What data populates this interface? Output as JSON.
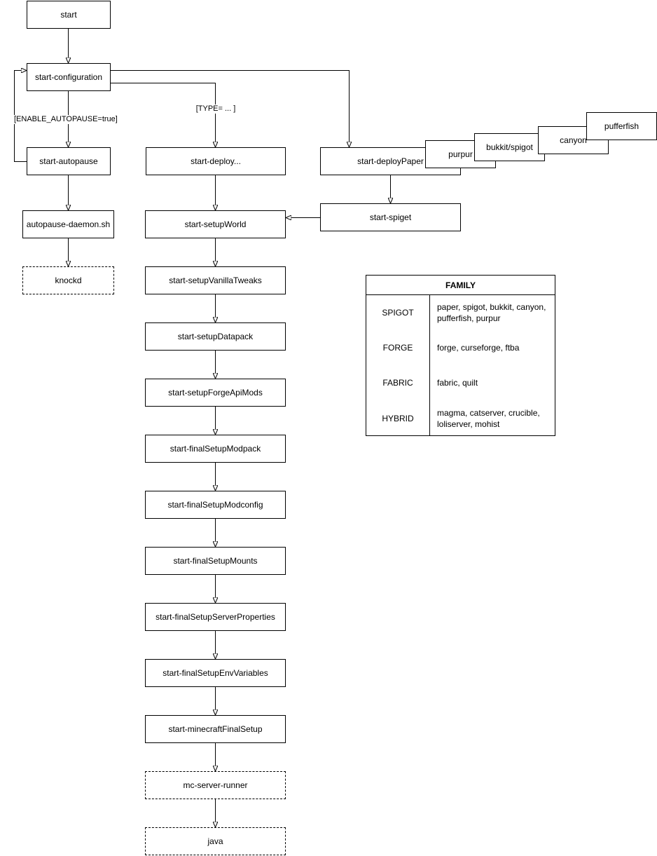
{
  "nodes": {
    "start": {
      "label": "start"
    },
    "start_configuration": {
      "label": "start-configuration"
    },
    "start_autopause": {
      "label": "start-autopause"
    },
    "autopause_daemon": {
      "label": "autopause-daemon.sh"
    },
    "knockd": {
      "label": "knockd"
    },
    "start_deploy": {
      "label": "start-deploy..."
    },
    "start_deploy_paper": {
      "label": "start-deployPaper"
    },
    "purpur": {
      "label": "purpur"
    },
    "bukkit_spigot": {
      "label": "bukkit/spigot"
    },
    "canyon": {
      "label": "canyon"
    },
    "pufferfish": {
      "label": "pufferfish"
    },
    "start_spiget": {
      "label": "start-spiget"
    },
    "start_setup_world": {
      "label": "start-setupWorld"
    },
    "start_setup_vanilla_tweaks": {
      "label": "start-setupVanillaTweaks"
    },
    "start_setup_datapack": {
      "label": "start-setupDatapack"
    },
    "start_setup_forge_api_mods": {
      "label": "start-setupForgeApiMods"
    },
    "start_final_setup_modpack": {
      "label": "start-finalSetupModpack"
    },
    "start_final_setup_modconfig": {
      "label": "start-finalSetupModconfig"
    },
    "start_final_setup_mounts": {
      "label": "start-finalSetupMounts"
    },
    "start_final_setup_server_properties": {
      "label": "start-finalSetupServerProperties"
    },
    "start_final_setup_env_variables": {
      "label": "start-finalSetupEnvVariables"
    },
    "start_minecraft_final_setup": {
      "label": "start-minecraftFinalSetup"
    },
    "mc_server_runner": {
      "label": "mc-server-runner"
    },
    "java": {
      "label": "java"
    }
  },
  "edge_labels": {
    "enable_autopause": "[ENABLE_AUTOPAUSE=true]",
    "type": "[TYPE= ... ]"
  },
  "table": {
    "title": "FAMILY",
    "rows": [
      {
        "family": "SPIGOT",
        "members": "paper, spigot, bukkit, canyon, pufferfish, purpur"
      },
      {
        "family": "FORGE",
        "members": "forge, curseforge, ftba"
      },
      {
        "family": "FABRIC",
        "members": "fabric, quilt"
      },
      {
        "family": "HYBRID",
        "members": "magma, catserver, crucible, loliserver, mohist"
      }
    ]
  },
  "colors": {
    "stroke": "#000000",
    "background": "#ffffff"
  }
}
